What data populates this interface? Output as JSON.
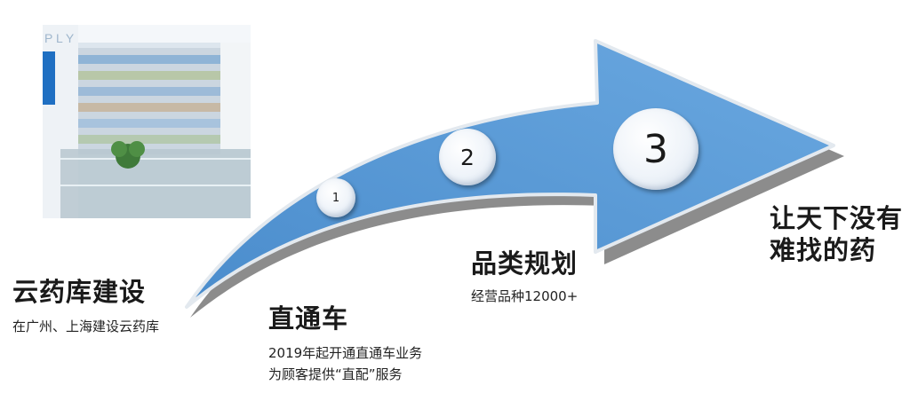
{
  "steps": [
    {
      "badge": "",
      "title": "云药库建设",
      "desc": [
        "在广州、上海建设云药库"
      ]
    },
    {
      "badge": "1",
      "title": "直通车",
      "desc": [
        "2019年起开通直通车业务",
        "为顾客提供“直配”服务"
      ]
    },
    {
      "badge": "2",
      "title": "品类规划",
      "desc": [
        "经营品种12000+"
      ]
    },
    {
      "badge": "3",
      "title": [
        "让天下没有",
        "难找的药"
      ],
      "desc": []
    }
  ],
  "colors": {
    "arrow": "#5b9bd5",
    "arrow_edge": "#e6ecf2",
    "shadow": "#8c8c8c"
  }
}
